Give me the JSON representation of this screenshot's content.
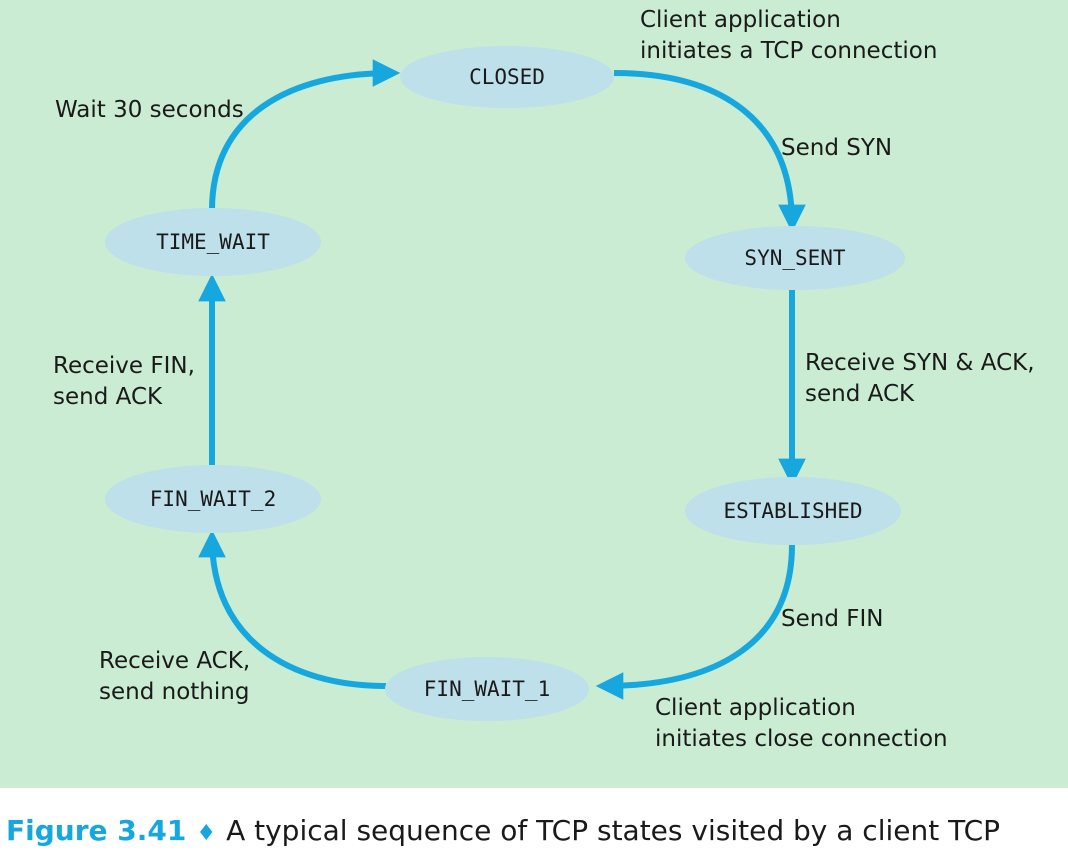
{
  "diagram": {
    "states": {
      "closed": "CLOSED",
      "syn_sent": "SYN_SENT",
      "established": "ESTABLISHED",
      "fin_wait_1": "FIN_WAIT_1",
      "fin_wait_2": "FIN_WAIT_2",
      "time_wait": "TIME_WAIT"
    },
    "transitions": {
      "client_init_connection": [
        "Client application",
        "initiates a TCP connection"
      ],
      "send_syn": "Send SYN",
      "receive_syn_ack": [
        "Receive SYN & ACK,",
        "send ACK"
      ],
      "send_fin": "Send FIN",
      "client_init_close": [
        "Client application",
        "initiates close connection"
      ],
      "receive_ack": [
        "Receive ACK,",
        "send nothing"
      ],
      "receive_fin": [
        "Receive FIN,",
        "send ACK"
      ],
      "wait_30": "Wait 30 seconds"
    },
    "colors": {
      "background": "#c9ecd2",
      "state_fill": "#bde0ea",
      "arrow": "#17a7df"
    }
  },
  "caption": {
    "figure_number": "Figure 3.41",
    "separator": "♦",
    "text": "A typical sequence of TCP states visited by a client TCP"
  }
}
